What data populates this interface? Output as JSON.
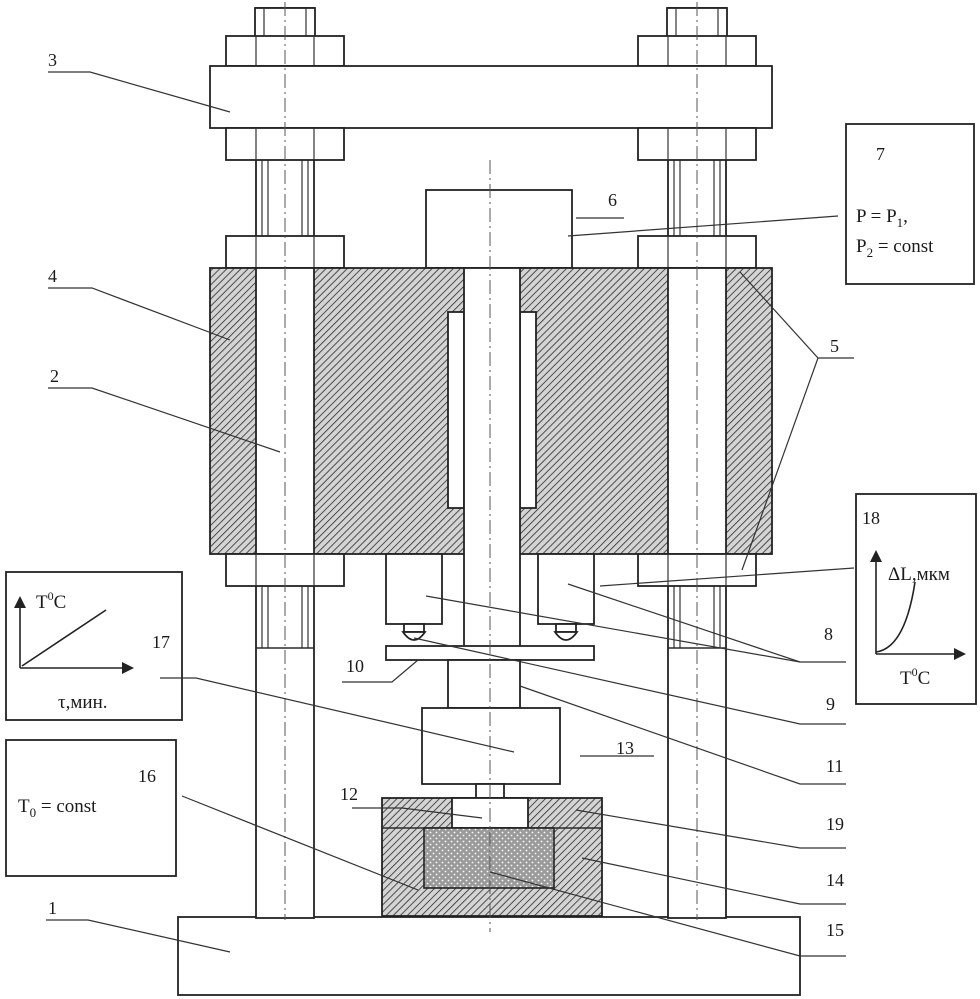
{
  "labels": {
    "l1": "1",
    "l2": "2",
    "l3": "3",
    "l4": "4",
    "l5": "5",
    "l6": "6",
    "l7": "7",
    "l8": "8",
    "l9": "9",
    "l10": "10",
    "l11": "11",
    "l12": "12",
    "l13": "13",
    "l14": "14",
    "l15": "15",
    "l16": "16",
    "l17": "17",
    "l18": "18",
    "l19": "19"
  },
  "box7": {
    "line1": "P = P",
    "sub1": "1",
    "line1_end": ",",
    "line2": "P",
    "sub2": "2",
    "line2_end": " = const"
  },
  "box16": {
    "text": "T",
    "sub": "0",
    "text_end": " = const"
  },
  "graph_temp": {
    "y_label": "T",
    "y_sup": "0",
    "y_unit": "C",
    "x_label": "τ,мин."
  },
  "graph_18": {
    "y_label": "ΔL,мкм",
    "x_label": "T",
    "x_sup": "0",
    "x_unit": "C"
  }
}
